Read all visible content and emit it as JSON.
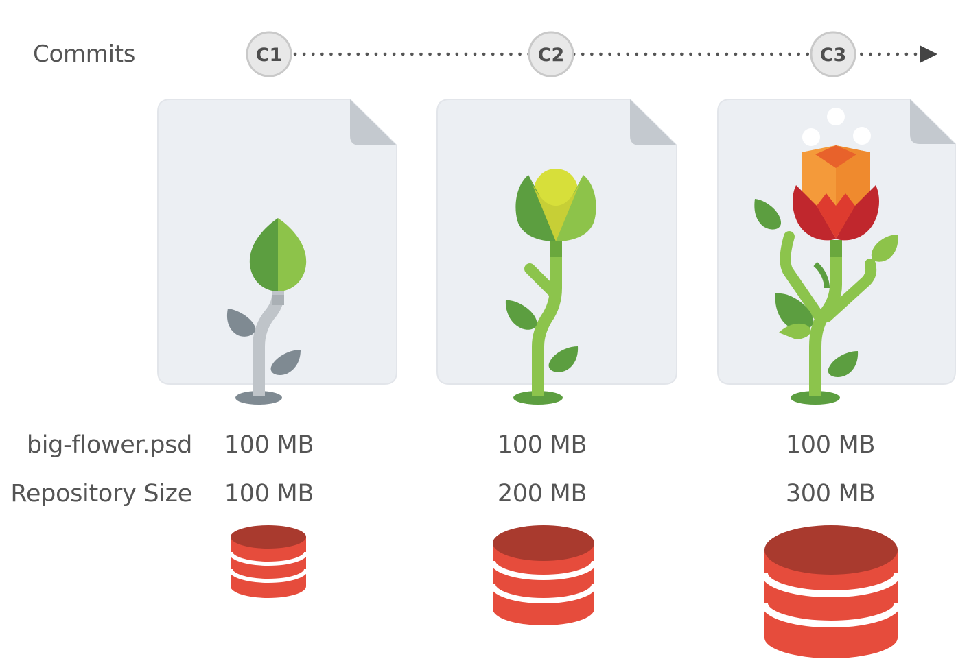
{
  "timeline": {
    "label": "Commits",
    "commits": [
      "C1",
      "C2",
      "C3"
    ]
  },
  "rows": {
    "file_label": "big-flower.psd",
    "repo_label": "Repository Size"
  },
  "columns": [
    {
      "commit": "C1",
      "stage": "sprout",
      "file_size": "100 MB",
      "repo_size": "100 MB"
    },
    {
      "commit": "C2",
      "stage": "bud",
      "file_size": "100 MB",
      "repo_size": "200 MB"
    },
    {
      "commit": "C3",
      "stage": "bloom",
      "file_size": "100 MB",
      "repo_size": "300 MB"
    }
  ],
  "colors": {
    "commit_circle_fill": "#e8e8e8",
    "commit_circle_stroke": "#c9c9c9",
    "document_fill": "#eceff3",
    "document_fold": "#c4c9cf",
    "sprout_stem": "#bfc4c9",
    "sprout_leaf": "#7f8a92",
    "plant_stem": "#8cc44c",
    "leaf_dark": "#5c9e40",
    "leaf_light": "#8dc34a",
    "bud": "#d7df3a",
    "petal_red": "#c0272d",
    "petal_orange": "#f49a3a",
    "database_top": "#a93a2e",
    "database_band": "#e64c3c"
  },
  "icons": [
    "commit-circle-icon",
    "timeline-arrow-icon",
    "document-icon",
    "sprout-icon",
    "bud-icon",
    "flower-icon",
    "database-icon"
  ]
}
